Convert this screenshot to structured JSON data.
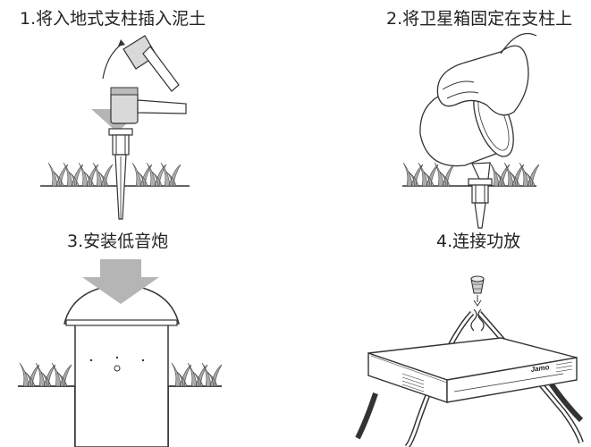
{
  "steps": [
    {
      "number": "1.",
      "label": "将入地式支柱插入泥土"
    },
    {
      "number": "2.",
      "label": "将卫星箱固定在支柱上"
    },
    {
      "number": "3.",
      "label": "安装低音炮"
    },
    {
      "number": "4.",
      "label": "连接功放"
    }
  ],
  "amplifier": {
    "brand": "Jamo"
  },
  "colors": {
    "line": "#333333",
    "grass": "#aaaaaa",
    "arrow": "#b5b5b5",
    "shade": "#dcdcdc"
  }
}
